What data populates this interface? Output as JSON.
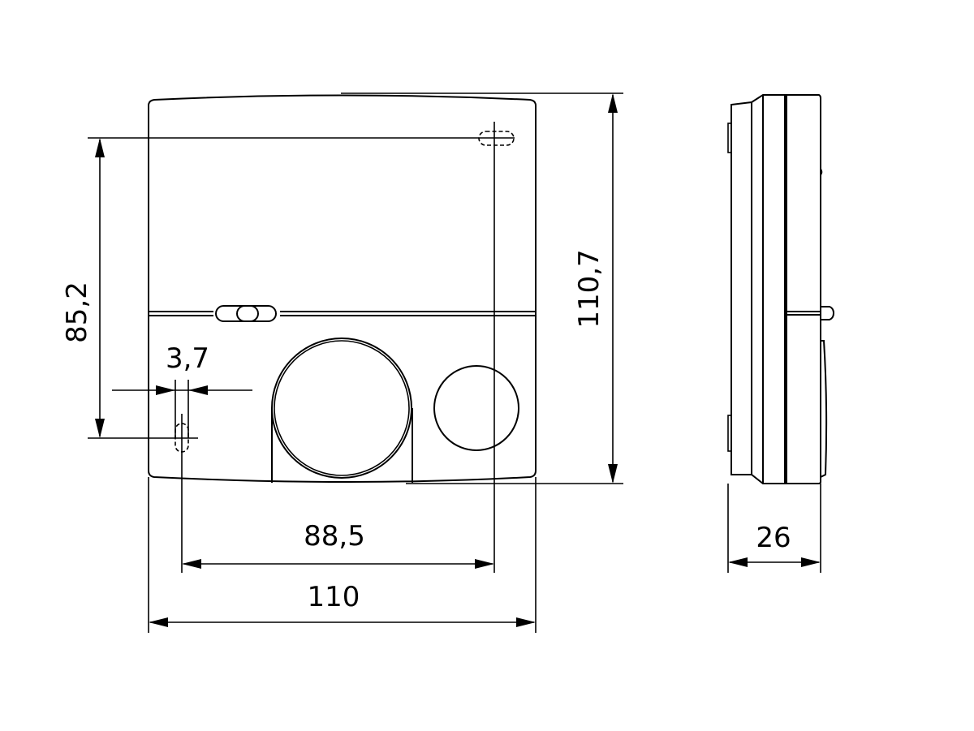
{
  "diagram": {
    "type": "technical-dimension-drawing",
    "subject": "wall-mounted device (front view and side view)",
    "units": "mm",
    "line_color": "#000000",
    "background": "#ffffff"
  },
  "front_view": {
    "dimensions": {
      "overall_width": "110",
      "overall_height": "110,7",
      "mounting_hole_spacing_horizontal": "88,5",
      "mounting_hole_spacing_vertical": "85,2",
      "slot_width": "3,7"
    }
  },
  "side_view": {
    "dimensions": {
      "depth": "26"
    }
  }
}
